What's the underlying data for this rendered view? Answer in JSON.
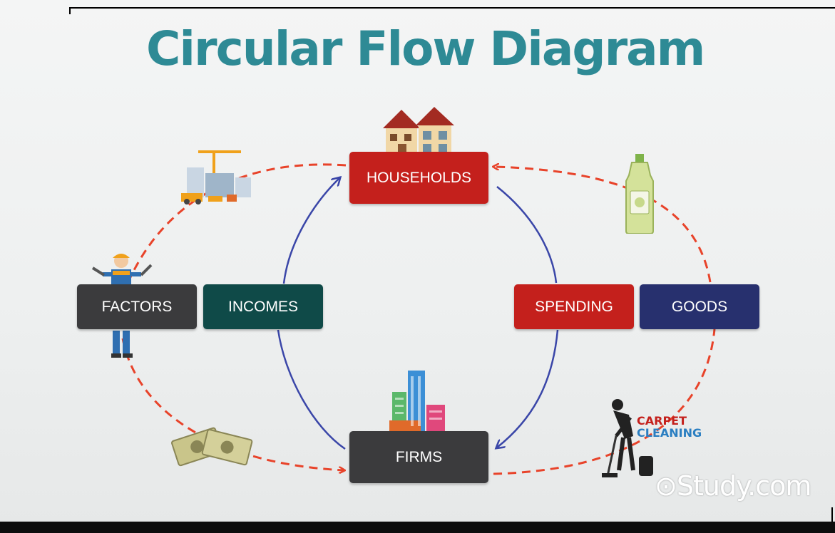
{
  "title": "Circular Flow Diagram",
  "nodes": {
    "households": "HOUSEHOLDS",
    "firms": "FIRMS",
    "factors": "FACTORS",
    "incomes": "INCOMES",
    "spending": "SPENDING",
    "goods": "GOODS"
  },
  "colors": {
    "title": "#2e8a95",
    "households": "#c4201c",
    "firms": "#3b3b3d",
    "factors": "#3b3b3d",
    "incomes": "#0f4a48",
    "spending": "#c4201c",
    "goods": "#27306e",
    "real_flow": "#e8432a",
    "money_flow": "#3a46a8"
  },
  "illustrations": {
    "households": "house-icon",
    "firms": "buildings-icon",
    "factors_top": "construction-site-icon",
    "factors": "worker-icon",
    "factors_bottom": "money-icon",
    "goods_top": "detergent-bottle-icon",
    "goods_bottom": "cleaner-icon"
  },
  "carpet_sign": {
    "line1": "CARPET",
    "line2": "CLEANING"
  },
  "watermark": "Study.com"
}
